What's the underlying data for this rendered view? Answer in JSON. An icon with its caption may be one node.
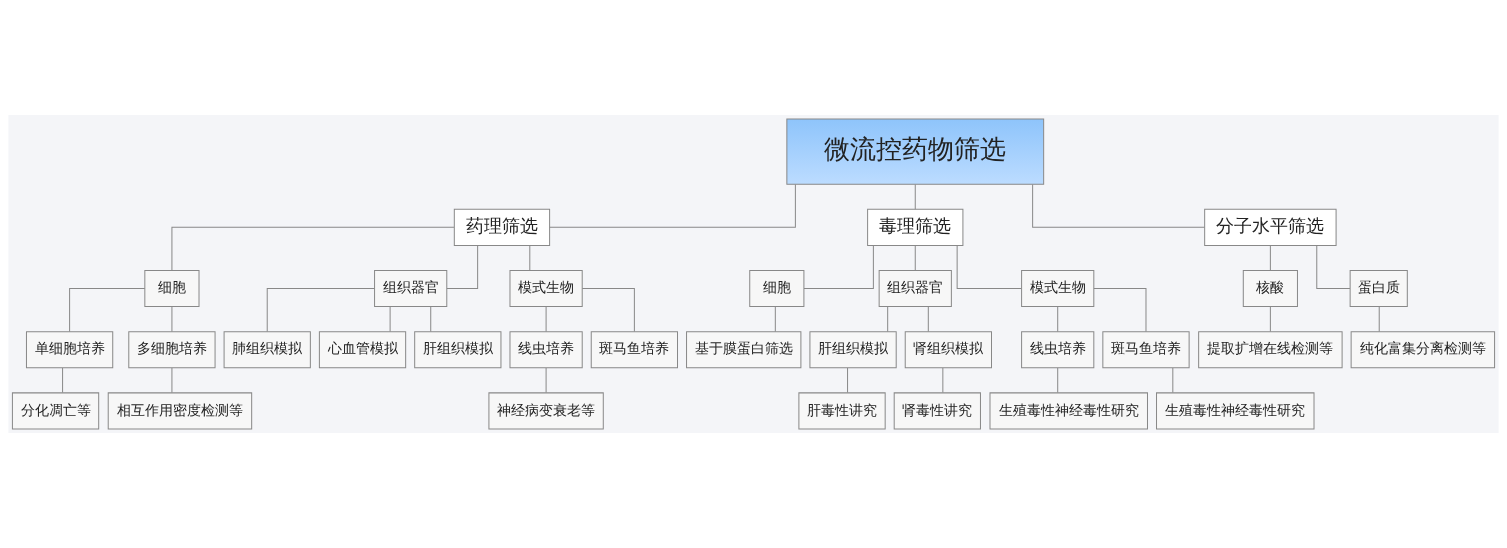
{
  "diagram": {
    "nodes": [
      {
        "text": [
          "微流控药物筛选"
        ]
      },
      {
        "text": [
          "药理筛选"
        ]
      },
      {
        "text": [
          "细胞"
        ]
      },
      {
        "text": [
          "单细胞培养"
        ]
      },
      {
        "text": [
          "分化凋亡等"
        ]
      },
      {
        "text": [
          "多细胞培养"
        ]
      },
      {
        "text": [
          "相互作用密度检测等"
        ]
      },
      {
        "text": [
          "组织器官"
        ]
      },
      {
        "text": [
          "肺组织模拟"
        ]
      },
      {
        "text": [
          "心血管模拟"
        ]
      },
      {
        "text": [
          "肝组织模拟"
        ]
      },
      {
        "text": [
          "模式生物"
        ]
      },
      {
        "text": [
          "线虫培养"
        ]
      },
      {
        "text": [
          "神经病变衰老等"
        ]
      },
      {
        "text": [
          "斑马鱼培养"
        ]
      },
      {
        "text": [
          "毒理筛选"
        ]
      },
      {
        "text": [
          "细胞"
        ]
      },
      {
        "text": [
          "基于膜蛋白筛选"
        ]
      },
      {
        "text": [
          "组织器官"
        ]
      },
      {
        "text": [
          "肝组织模拟"
        ]
      },
      {
        "text": [
          "肝毒性讲究"
        ]
      },
      {
        "text": [
          "肾组织模拟"
        ]
      },
      {
        "text": [
          "肾毒性讲究"
        ]
      },
      {
        "text": [
          "模式生物"
        ]
      },
      {
        "text": [
          "线虫培养"
        ]
      },
      {
        "text": [
          "生殖毒性神经毒性研究"
        ]
      },
      {
        "text": [
          "斑马鱼培养"
        ]
      },
      {
        "text": [
          "生殖毒性神经毒性研究"
        ]
      },
      {
        "text": [
          "分子水平筛选"
        ]
      },
      {
        "text": [
          "核酸"
        ]
      },
      {
        "text": [
          "提取扩增在线检测等"
        ]
      },
      {
        "text": [
          "蛋白质"
        ]
      },
      {
        "text": [
          "纯化富集分离检测等"
        ]
      }
    ],
    "edges": [
      {
        "from": 0,
        "to": 1,
        "arrow": "none"
      },
      {
        "from": 1,
        "to": 2,
        "arrow": "none"
      },
      {
        "from": 2,
        "to": 3,
        "arrow": "none"
      },
      {
        "from": 3,
        "to": 4,
        "arrow": "none"
      },
      {
        "from": 2,
        "to": 5,
        "arrow": "none"
      },
      {
        "from": 5,
        "to": 6,
        "arrow": "none"
      },
      {
        "from": 1,
        "to": 7,
        "arrow": "none"
      },
      {
        "from": 7,
        "to": 8,
        "arrow": "none"
      },
      {
        "from": 7,
        "to": 9,
        "arrow": "none"
      },
      {
        "from": 7,
        "to": 10,
        "arrow": "none"
      },
      {
        "from": 1,
        "to": 11,
        "arrow": "none"
      },
      {
        "from": 11,
        "to": 12,
        "arrow": "none"
      },
      {
        "from": 12,
        "to": 13,
        "arrow": "none"
      },
      {
        "from": 11,
        "to": 14,
        "arrow": "none"
      },
      {
        "from": 0,
        "to": 15,
        "arrow": "none"
      },
      {
        "from": 15,
        "to": 16,
        "arrow": "none"
      },
      {
        "from": 16,
        "to": 17,
        "arrow": "none"
      },
      {
        "from": 15,
        "to": 18,
        "arrow": "none"
      },
      {
        "from": 18,
        "to": 19,
        "arrow": "none"
      },
      {
        "from": 19,
        "to": 20,
        "arrow": "none"
      },
      {
        "from": 18,
        "to": 21,
        "arrow": "none"
      },
      {
        "from": 21,
        "to": 22,
        "arrow": "none"
      },
      {
        "from": 15,
        "to": 23,
        "arrow": "none"
      },
      {
        "from": 23,
        "to": 24,
        "arrow": "none"
      },
      {
        "from": 24,
        "to": 25,
        "arrow": "none"
      },
      {
        "from": 23,
        "to": 26,
        "arrow": "none"
      },
      {
        "from": 26,
        "to": 27,
        "arrow": "none"
      },
      {
        "from": 0,
        "to": 28,
        "arrow": "none"
      },
      {
        "from": 28,
        "to": 29,
        "arrow": "none"
      },
      {
        "from": 29,
        "to": 30,
        "arrow": "none"
      },
      {
        "from": 28,
        "to": 31,
        "arrow": "none"
      },
      {
        "from": 31,
        "to": 32,
        "arrow": "none"
      }
    ]
  }
}
